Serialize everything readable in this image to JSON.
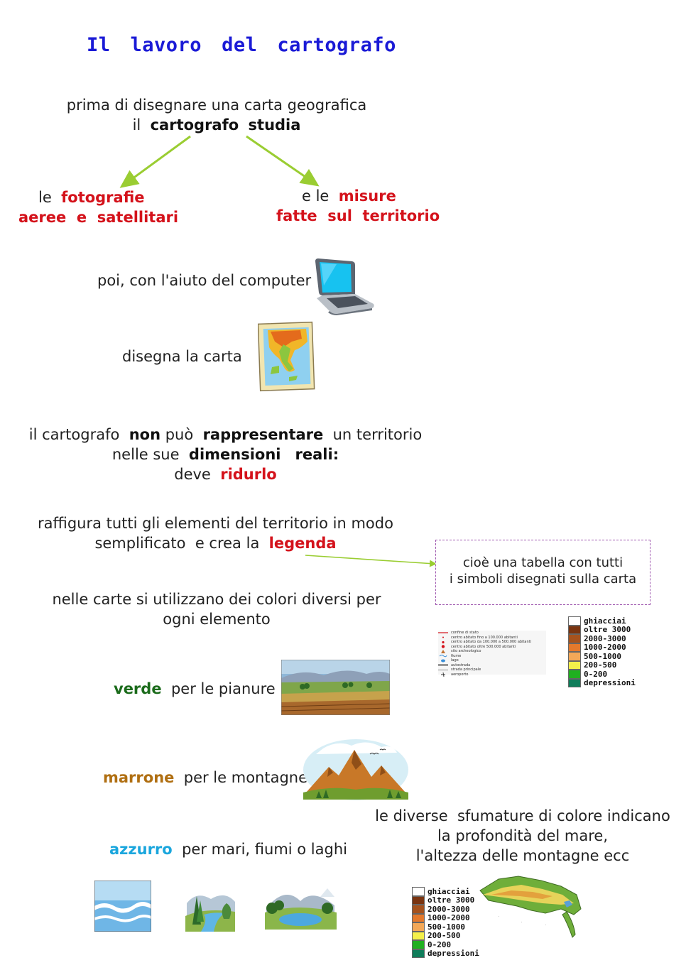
{
  "title": [
    "Il",
    "lavoro",
    "del",
    "cartografo"
  ],
  "intro": {
    "line1": "prima di disegnare una carta geografica",
    "line2_pre": "il",
    "line2_b1": "cartografo",
    "line2_b2": "studia"
  },
  "left_branch": {
    "pre": "le",
    "red1": "fotografie",
    "red2": "aeree  e  satellitari"
  },
  "right_branch": {
    "pre": "e le",
    "red1": "misure",
    "red2": "fatte  sul  territorio"
  },
  "computer": {
    "text": "poi, con l'aiuto del computer"
  },
  "draw": {
    "text": "disegna la carta"
  },
  "reduce": {
    "l1_pre": "il cartografo",
    "l1_b1": "non",
    "l1_mid": "può",
    "l1_b2": "rappresentare",
    "l1_post": "un territorio",
    "l2_pre": "nelle sue",
    "l2_b1": "dimensioni",
    "l2_b2": "reali:",
    "l3_pre": "deve",
    "l3_red": "ridurlo"
  },
  "simplify": {
    "l1": "raffigura tutti gli elementi del territorio in modo",
    "l2_pre": "semplificato  e crea la",
    "l2_red": "legenda"
  },
  "definition": {
    "l1": "cioè una tabella con tutti",
    "l2": "i simboli disegnati sulla carta"
  },
  "colors_intro": {
    "l1": "nelle carte si utilizzano dei colori diversi per",
    "l2": "ogni elemento"
  },
  "green": {
    "word": "verde",
    "rest": "per le pianure"
  },
  "brown": {
    "word": "marrone",
    "rest": "per le montagne"
  },
  "azure": {
    "word": "azzurro",
    "rest": "per mari, fiumi o laghi"
  },
  "shades": {
    "l1": "le diverse  sfumature di colore indicano",
    "l2": "la profondità del mare,",
    "l3": "l'altezza delle montagne ecc"
  },
  "legend_heights": [
    {
      "label": "ghiacciai",
      "color": "#ffffff"
    },
    {
      "label": "oltre 3000",
      "color": "#7a3410"
    },
    {
      "label": "2000-3000",
      "color": "#a6521d"
    },
    {
      "label": "1000-2000",
      "color": "#e4792c"
    },
    {
      "label": "500-1000",
      "color": "#f3a858"
    },
    {
      "label": "200-500",
      "color": "#f4f04a"
    },
    {
      "label": "0-200",
      "color": "#20b020"
    },
    {
      "label": "depressioni",
      "color": "#0f7d5a"
    }
  ],
  "legend_symbols": [
    {
      "label": "confine di stato",
      "icon": "red-line"
    },
    {
      "label": "centro abitato fino a 100.000 abitanti",
      "icon": "dot-small"
    },
    {
      "label": "centro abitato da 100.000 a 500.000 abitanti",
      "icon": "dot-medium"
    },
    {
      "label": "centro abitato oltre 500.000 abitanti",
      "icon": "dot-large"
    },
    {
      "label": "sito archeologico",
      "icon": "ruin"
    },
    {
      "label": "fiume",
      "icon": "blue-wave"
    },
    {
      "label": "lago",
      "icon": "blue-blob"
    },
    {
      "label": "autostrada",
      "icon": "double-line"
    },
    {
      "label": "strada principale",
      "icon": "single-line"
    },
    {
      "label": "aeroporto",
      "icon": "plane"
    }
  ],
  "colors": {
    "title": "#1a1ad6",
    "red": "#d4121b",
    "green": "#1b6b1b",
    "brown": "#b06f12",
    "azure": "#1aa6dd",
    "arrow": "#9acd32"
  }
}
